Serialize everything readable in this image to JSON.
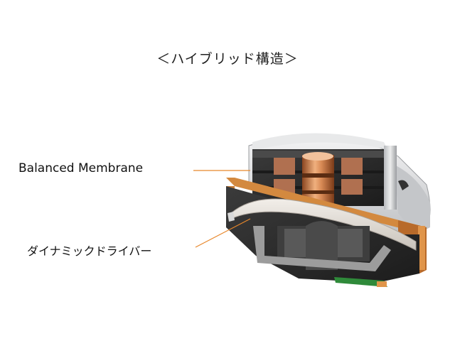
{
  "title": "＜ハイブリッド構造＞",
  "labels": {
    "balanced_membrane": "Balanced Membrane",
    "dynamic_driver": "ダイナミックドライバー"
  },
  "colors": {
    "leader_line": "#e8872a",
    "copper": "#c8713f",
    "frame_orange": "#c9772c",
    "housing_dark": "#2e2e2e",
    "housing_silver": "#d9dadc"
  }
}
